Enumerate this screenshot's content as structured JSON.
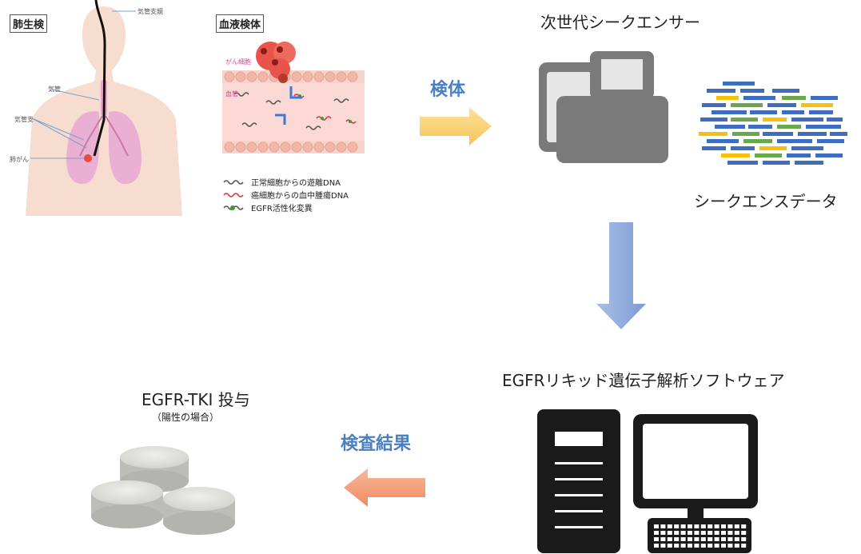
{
  "lung_biopsy": {
    "label": "肺生検",
    "annotations": {
      "bronchoscope": "気管支鏡",
      "trachea": "気管",
      "bronchus": "気管支",
      "lung_cancer": "肺がん"
    }
  },
  "blood_sample": {
    "label": "血液検体",
    "cancer_cell": "がん細胞",
    "vessel": "血管",
    "legend": [
      {
        "text": "正常細胞からの遊離DNA",
        "color": "#555555"
      },
      {
        "text": "癌細胞からの血中腫瘍DNA",
        "color": "#d9363e"
      },
      {
        "text": "EGFR活性化変異",
        "color": "#3a9a3a"
      }
    ]
  },
  "flow": {
    "sample_arrow_label": "検体",
    "result_arrow_label": "検査結果"
  },
  "sequencer": {
    "title": "次世代シークエンサー",
    "data_label": "シークエンスデータ"
  },
  "software": {
    "title": "EGFRリキッド遺伝子解析ソフトウェア"
  },
  "treatment": {
    "title": "EGFR-TKI 投与",
    "subtitle": "（陽性の場合）"
  },
  "colors": {
    "blue_label": "#4a7fc1",
    "arrow_yellow": "#f8d275",
    "arrow_blue": "#8aa9d9",
    "arrow_orange": "#f4a27e",
    "read_blue": "#3d6cc0",
    "read_green": "#6aa84f",
    "read_yellow": "#f4c20d"
  }
}
